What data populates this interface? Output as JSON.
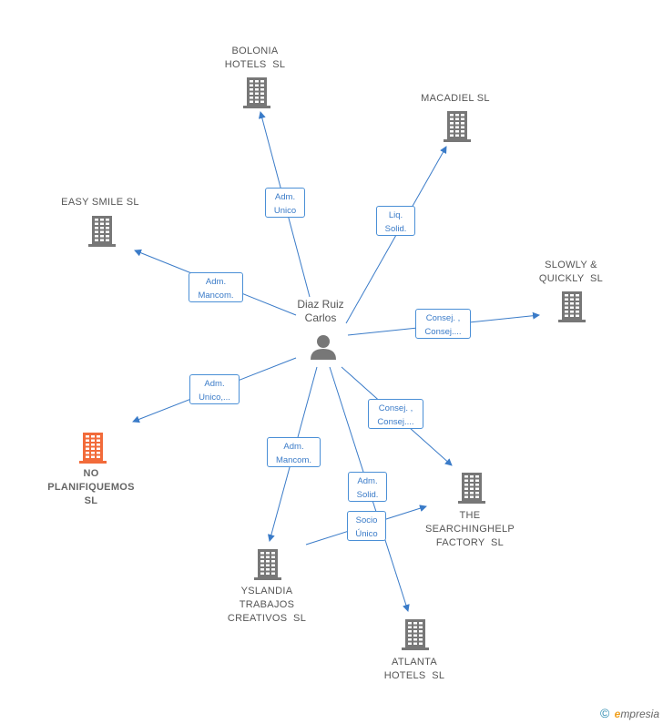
{
  "colors": {
    "edge": "#3a7bc8",
    "building": "#777777",
    "building_highlight": "#f26b3a",
    "person": "#777777"
  },
  "person": {
    "label": "Diaz Ruiz\nCarlos",
    "icon": "person-icon"
  },
  "companies": [
    {
      "id": "bolonia",
      "label": "BOLONIA\nHOTELS  SL",
      "icon": "building-icon",
      "highlight": false
    },
    {
      "id": "macadiel",
      "label": "MACADIEL SL",
      "icon": "building-icon",
      "highlight": false
    },
    {
      "id": "easysmile",
      "label": "EASY SMILE SL",
      "icon": "building-icon",
      "highlight": false
    },
    {
      "id": "slowly",
      "label": "SLOWLY &\nQUICKLY  SL",
      "icon": "building-icon",
      "highlight": false
    },
    {
      "id": "noplan",
      "label": "NO\nPLANIFIQUEMOS\nSL",
      "icon": "building-icon",
      "highlight": true
    },
    {
      "id": "searching",
      "label": "THE\nSEARCHINGHELP\nFACTORY  SL",
      "icon": "building-icon",
      "highlight": false
    },
    {
      "id": "yslandia",
      "label": "YSLANDIA\nTRABAJOS\nCREATIVOS  SL",
      "icon": "building-icon",
      "highlight": false
    },
    {
      "id": "atlanta",
      "label": "ATLANTA\nHOTELS  SL",
      "icon": "building-icon",
      "highlight": false
    }
  ],
  "relations": [
    {
      "id": "r-bolonia",
      "label": "Adm.\nUnico"
    },
    {
      "id": "r-macadiel",
      "label": "Liq.\nSolid."
    },
    {
      "id": "r-easysmile",
      "label": "Adm.\nMancom."
    },
    {
      "id": "r-slowly",
      "label": "Consej. ,\nConsej...."
    },
    {
      "id": "r-noplan",
      "label": "Adm.\nUnico,..."
    },
    {
      "id": "r-searching",
      "label": "Consej. ,\nConsej...."
    },
    {
      "id": "r-yslandia",
      "label": "Adm.\nMancom."
    },
    {
      "id": "r-atlanta",
      "label": "Adm.\nSolid."
    },
    {
      "id": "r-socio",
      "label": "Socio\nÚnico"
    }
  ],
  "footer": {
    "copyright_symbol": "©",
    "brand_initial": "e",
    "brand_rest": "mpresia"
  }
}
